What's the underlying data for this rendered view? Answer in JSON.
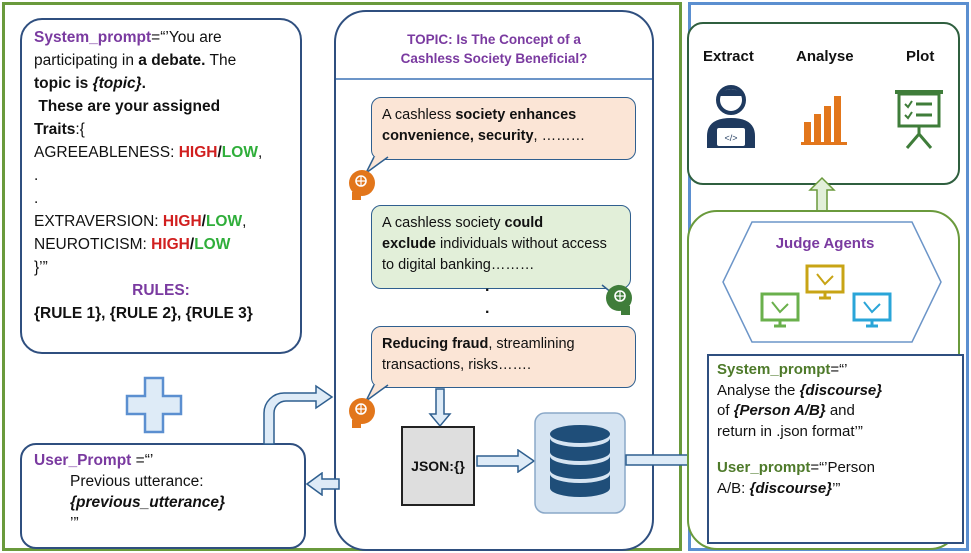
{
  "system_prompt": {
    "label": "System_prompt",
    "eq": "=“’You are",
    "line2": "participating in ",
    "line2_bold": "a debate.",
    "line2_end": " The",
    "topic_pre": "topic is ",
    "topic_var": "{topic}",
    "topic_end": ".",
    "traits_line1": "These are your assigned",
    "traits_line2": "Traits",
    "traits_brace": ":{",
    "agreeableness": "AGREEABLENESS: ",
    "high": "HIGH",
    "slash": "/",
    "low": "LOW",
    "comma": ",",
    "dot": ".",
    "extraversion": "EXTRAVERSION: ",
    "neuroticism": "NEUROTICISM: ",
    "close": "}’”",
    "rules_title": "RULES:",
    "rules": "{RULE 1}, {RULE 2}, {RULE 3}"
  },
  "user_prompt": {
    "label": "User_Prompt",
    "eq": " =“’",
    "line1": "Previous utterance:",
    "var": "{previous_utterance}",
    "close": "’”"
  },
  "topic": {
    "line1": "TOPIC: Is The Concept of a",
    "line2": "Cashless Society Beneficial?"
  },
  "utterances": {
    "u1_a": "A cashless ",
    "u1_b": "society enhances",
    "u1_c": "convenience, security",
    "u1_d": ", ………",
    "u2_a": "A cashless society ",
    "u2_b": "could",
    "u2_c": "exclude",
    "u2_d": " individuals without access to digital banking………",
    "dots": ".",
    "u3_a": "Reducing fraud",
    "u3_b": ", streamlining transactions, risks……."
  },
  "json_label": "JSON:{}",
  "outputs": {
    "extract": "Extract",
    "analyse": "Analyse",
    "plot": "Plot"
  },
  "judge": {
    "title": "Judge Agents",
    "sys_label": "System_prompt",
    "sys_eq": "=“’",
    "analyse": " Analyse the ",
    "discourse_var": "{discourse}",
    "of": "of ",
    "person_var": "{Person A/B}",
    "and": " and",
    "return": "return in .json format’”",
    "user_label": "User_prompt",
    "user_eq": "=“’Person",
    "ab": "A/B: ",
    "user_var": "{discourse}",
    "user_close": "’”"
  },
  "colors": {
    "purple": "#7a3aa0",
    "red": "#d11f1f",
    "green": "#2fae3a",
    "bubble_orange": "#fbe5d6",
    "bubble_green": "#e2efd9",
    "panel_green": "#6a9a3c",
    "panel_blue": "#5b8fd0"
  },
  "icons": [
    "plus-icon",
    "head-orange-icon",
    "head-green-icon",
    "database-icon",
    "coder-icon",
    "bar-chart-icon",
    "presentation-board-icon",
    "monitor-icon"
  ]
}
